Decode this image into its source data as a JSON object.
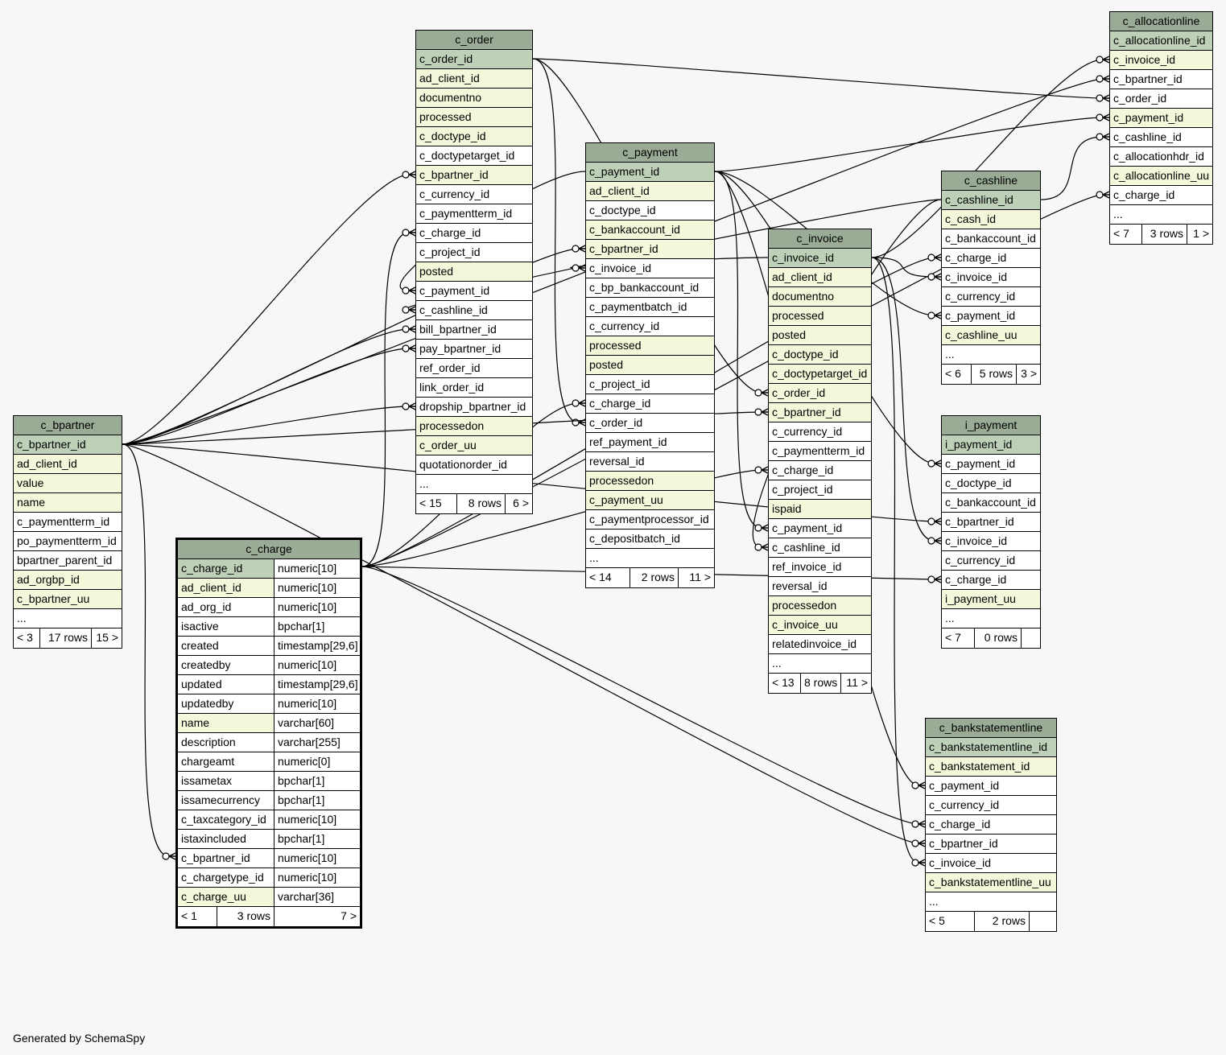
{
  "footer": {
    "generated_by": "Generated by SchemaSpy"
  },
  "tables": [
    {
      "name": "c_order",
      "columns": [
        {
          "name": "c_order_id",
          "kind": "pk"
        },
        {
          "name": "ad_client_id",
          "kind": "fk"
        },
        {
          "name": "documentno",
          "kind": "fk"
        },
        {
          "name": "processed",
          "kind": "fk"
        },
        {
          "name": "c_doctype_id",
          "kind": "fk"
        },
        {
          "name": "c_doctypetarget_id",
          "kind": "plain"
        },
        {
          "name": "c_bpartner_id",
          "kind": "fk"
        },
        {
          "name": "c_currency_id",
          "kind": "plain"
        },
        {
          "name": "c_paymentterm_id",
          "kind": "plain"
        },
        {
          "name": "c_charge_id",
          "kind": "plain"
        },
        {
          "name": "c_project_id",
          "kind": "plain"
        },
        {
          "name": "posted",
          "kind": "fk"
        },
        {
          "name": "c_payment_id",
          "kind": "plain"
        },
        {
          "name": "c_cashline_id",
          "kind": "plain"
        },
        {
          "name": "bill_bpartner_id",
          "kind": "plain"
        },
        {
          "name": "pay_bpartner_id",
          "kind": "plain"
        },
        {
          "name": "ref_order_id",
          "kind": "plain"
        },
        {
          "name": "link_order_id",
          "kind": "plain"
        },
        {
          "name": "dropship_bpartner_id",
          "kind": "plain"
        },
        {
          "name": "processedon",
          "kind": "fk"
        },
        {
          "name": "c_order_uu",
          "kind": "fk"
        },
        {
          "name": "quotationorder_id",
          "kind": "plain"
        },
        {
          "name": "...",
          "kind": "plain"
        }
      ],
      "footer": [
        "< 15",
        "8 rows",
        "6 >"
      ]
    },
    {
      "name": "c_payment",
      "columns": [
        {
          "name": "c_payment_id",
          "kind": "pk"
        },
        {
          "name": "ad_client_id",
          "kind": "fk"
        },
        {
          "name": "c_doctype_id",
          "kind": "plain"
        },
        {
          "name": "c_bankaccount_id",
          "kind": "fk"
        },
        {
          "name": "c_bpartner_id",
          "kind": "fk"
        },
        {
          "name": "c_invoice_id",
          "kind": "plain"
        },
        {
          "name": "c_bp_bankaccount_id",
          "kind": "plain"
        },
        {
          "name": "c_paymentbatch_id",
          "kind": "plain"
        },
        {
          "name": "c_currency_id",
          "kind": "plain"
        },
        {
          "name": "processed",
          "kind": "fk"
        },
        {
          "name": "posted",
          "kind": "fk"
        },
        {
          "name": "c_project_id",
          "kind": "plain"
        },
        {
          "name": "c_charge_id",
          "kind": "plain"
        },
        {
          "name": "c_order_id",
          "kind": "plain"
        },
        {
          "name": "ref_payment_id",
          "kind": "plain"
        },
        {
          "name": "reversal_id",
          "kind": "plain"
        },
        {
          "name": "processedon",
          "kind": "fk"
        },
        {
          "name": "c_payment_uu",
          "kind": "fk"
        },
        {
          "name": "c_paymentprocessor_id",
          "kind": "plain"
        },
        {
          "name": "c_depositbatch_id",
          "kind": "plain"
        },
        {
          "name": "...",
          "kind": "plain"
        }
      ],
      "footer": [
        "< 14",
        "2 rows",
        "11 >"
      ]
    },
    {
      "name": "c_invoice",
      "columns": [
        {
          "name": "c_invoice_id",
          "kind": "pk"
        },
        {
          "name": "ad_client_id",
          "kind": "fk"
        },
        {
          "name": "documentno",
          "kind": "fk"
        },
        {
          "name": "processed",
          "kind": "fk"
        },
        {
          "name": "posted",
          "kind": "fk"
        },
        {
          "name": "c_doctype_id",
          "kind": "fk"
        },
        {
          "name": "c_doctypetarget_id",
          "kind": "fk"
        },
        {
          "name": "c_order_id",
          "kind": "fk"
        },
        {
          "name": "c_bpartner_id",
          "kind": "fk"
        },
        {
          "name": "c_currency_id",
          "kind": "plain"
        },
        {
          "name": "c_paymentterm_id",
          "kind": "plain"
        },
        {
          "name": "c_charge_id",
          "kind": "plain"
        },
        {
          "name": "c_project_id",
          "kind": "plain"
        },
        {
          "name": "ispaid",
          "kind": "fk"
        },
        {
          "name": "c_payment_id",
          "kind": "plain"
        },
        {
          "name": "c_cashline_id",
          "kind": "plain"
        },
        {
          "name": "ref_invoice_id",
          "kind": "plain"
        },
        {
          "name": "reversal_id",
          "kind": "plain"
        },
        {
          "name": "processedon",
          "kind": "fk"
        },
        {
          "name": "c_invoice_uu",
          "kind": "fk"
        },
        {
          "name": "relatedinvoice_id",
          "kind": "plain"
        },
        {
          "name": "...",
          "kind": "plain"
        }
      ],
      "footer": [
        "< 13",
        "8 rows",
        "11 >"
      ]
    },
    {
      "name": "c_allocationline",
      "columns": [
        {
          "name": "c_allocationline_id",
          "kind": "pk"
        },
        {
          "name": "c_invoice_id",
          "kind": "fk"
        },
        {
          "name": "c_bpartner_id",
          "kind": "plain"
        },
        {
          "name": "c_order_id",
          "kind": "plain"
        },
        {
          "name": "c_payment_id",
          "kind": "fk"
        },
        {
          "name": "c_cashline_id",
          "kind": "plain"
        },
        {
          "name": "c_allocationhdr_id",
          "kind": "plain"
        },
        {
          "name": "c_allocationline_uu",
          "kind": "fk"
        },
        {
          "name": "c_charge_id",
          "kind": "plain"
        },
        {
          "name": "...",
          "kind": "plain"
        }
      ],
      "footer": [
        "< 7",
        "3 rows",
        "1 >"
      ]
    },
    {
      "name": "c_cashline",
      "columns": [
        {
          "name": "c_cashline_id",
          "kind": "pk"
        },
        {
          "name": "c_cash_id",
          "kind": "fk"
        },
        {
          "name": "c_bankaccount_id",
          "kind": "plain"
        },
        {
          "name": "c_charge_id",
          "kind": "plain"
        },
        {
          "name": "c_invoice_id",
          "kind": "plain"
        },
        {
          "name": "c_currency_id",
          "kind": "plain"
        },
        {
          "name": "c_payment_id",
          "kind": "plain"
        },
        {
          "name": "c_cashline_uu",
          "kind": "fk"
        },
        {
          "name": "...",
          "kind": "plain"
        }
      ],
      "footer": [
        "< 6",
        "5 rows",
        "3 >"
      ]
    },
    {
      "name": "i_payment",
      "columns": [
        {
          "name": "i_payment_id",
          "kind": "pk"
        },
        {
          "name": "c_payment_id",
          "kind": "plain"
        },
        {
          "name": "c_doctype_id",
          "kind": "plain"
        },
        {
          "name": "c_bankaccount_id",
          "kind": "plain"
        },
        {
          "name": "c_bpartner_id",
          "kind": "plain"
        },
        {
          "name": "c_invoice_id",
          "kind": "plain"
        },
        {
          "name": "c_currency_id",
          "kind": "plain"
        },
        {
          "name": "c_charge_id",
          "kind": "plain"
        },
        {
          "name": "i_payment_uu",
          "kind": "fk"
        },
        {
          "name": "...",
          "kind": "plain"
        }
      ],
      "footer": [
        "< 7",
        "0 rows",
        ""
      ]
    },
    {
      "name": "c_bpartner",
      "columns": [
        {
          "name": "c_bpartner_id",
          "kind": "pk"
        },
        {
          "name": "ad_client_id",
          "kind": "fk"
        },
        {
          "name": "value",
          "kind": "fk"
        },
        {
          "name": "name",
          "kind": "fk"
        },
        {
          "name": "c_paymentterm_id",
          "kind": "plain"
        },
        {
          "name": "po_paymentterm_id",
          "kind": "plain"
        },
        {
          "name": "bpartner_parent_id",
          "kind": "plain"
        },
        {
          "name": "ad_orgbp_id",
          "kind": "fk"
        },
        {
          "name": "c_bpartner_uu",
          "kind": "fk"
        },
        {
          "name": "...",
          "kind": "plain"
        }
      ],
      "footer": [
        "< 3",
        "17 rows",
        "15 >"
      ]
    },
    {
      "name": "c_charge",
      "columns": [
        {
          "name": "c_charge_id",
          "kind": "pk",
          "type": "numeric[10]"
        },
        {
          "name": "ad_client_id",
          "kind": "fk",
          "type": "numeric[10]"
        },
        {
          "name": "ad_org_id",
          "kind": "plain",
          "type": "numeric[10]"
        },
        {
          "name": "isactive",
          "kind": "plain",
          "type": "bpchar[1]"
        },
        {
          "name": "created",
          "kind": "plain",
          "type": "timestamp[29,6]"
        },
        {
          "name": "createdby",
          "kind": "plain",
          "type": "numeric[10]"
        },
        {
          "name": "updated",
          "kind": "plain",
          "type": "timestamp[29,6]"
        },
        {
          "name": "updatedby",
          "kind": "plain",
          "type": "numeric[10]"
        },
        {
          "name": "name",
          "kind": "fk",
          "type": "varchar[60]"
        },
        {
          "name": "description",
          "kind": "plain",
          "type": "varchar[255]"
        },
        {
          "name": "chargeamt",
          "kind": "plain",
          "type": "numeric[0]"
        },
        {
          "name": "issametax",
          "kind": "plain",
          "type": "bpchar[1]"
        },
        {
          "name": "issamecurrency",
          "kind": "plain",
          "type": "bpchar[1]"
        },
        {
          "name": "c_taxcategory_id",
          "kind": "plain",
          "type": "numeric[10]"
        },
        {
          "name": "istaxincluded",
          "kind": "plain",
          "type": "bpchar[1]"
        },
        {
          "name": "c_bpartner_id",
          "kind": "plain",
          "type": "numeric[10]"
        },
        {
          "name": "c_chargetype_id",
          "kind": "plain",
          "type": "numeric[10]"
        },
        {
          "name": "c_charge_uu",
          "kind": "fk",
          "type": "varchar[36]"
        }
      ],
      "footer": [
        "< 1",
        "3 rows",
        "7 >"
      ]
    },
    {
      "name": "c_bankstatementline",
      "columns": [
        {
          "name": "c_bankstatementline_id",
          "kind": "pk"
        },
        {
          "name": "c_bankstatement_id",
          "kind": "fk"
        },
        {
          "name": "c_payment_id",
          "kind": "plain"
        },
        {
          "name": "c_currency_id",
          "kind": "plain"
        },
        {
          "name": "c_charge_id",
          "kind": "plain"
        },
        {
          "name": "c_bpartner_id",
          "kind": "plain"
        },
        {
          "name": "c_invoice_id",
          "kind": "plain"
        },
        {
          "name": "c_bankstatementline_uu",
          "kind": "fk"
        },
        {
          "name": "...",
          "kind": "plain"
        }
      ],
      "footer": [
        "< 5",
        "2 rows",
        ""
      ]
    }
  ],
  "relationships": [
    {
      "from": "c_order.c_bpartner_id",
      "to": "c_bpartner.c_bpartner_id"
    },
    {
      "from": "c_order.c_charge_id",
      "to": "c_charge.c_charge_id"
    },
    {
      "from": "c_order.c_payment_id",
      "to": "c_payment.c_payment_id"
    },
    {
      "from": "c_order.c_cashline_id",
      "to": "c_cashline.c_cashline_id"
    },
    {
      "from": "c_order.bill_bpartner_id",
      "to": "c_bpartner.c_bpartner_id"
    },
    {
      "from": "c_order.pay_bpartner_id",
      "to": "c_bpartner.c_bpartner_id"
    },
    {
      "from": "c_order.dropship_bpartner_id",
      "to": "c_bpartner.c_bpartner_id"
    },
    {
      "from": "c_payment.c_bpartner_id",
      "to": "c_bpartner.c_bpartner_id"
    },
    {
      "from": "c_payment.c_invoice_id",
      "to": "c_invoice.c_invoice_id"
    },
    {
      "from": "c_payment.c_charge_id",
      "to": "c_charge.c_charge_id"
    },
    {
      "from": "c_payment.c_order_id",
      "to": "c_order.c_order_id"
    },
    {
      "from": "c_invoice.c_order_id",
      "to": "c_order.c_order_id"
    },
    {
      "from": "c_invoice.c_bpartner_id",
      "to": "c_bpartner.c_bpartner_id"
    },
    {
      "from": "c_invoice.c_charge_id",
      "to": "c_charge.c_charge_id"
    },
    {
      "from": "c_invoice.c_payment_id",
      "to": "c_payment.c_payment_id"
    },
    {
      "from": "c_invoice.c_cashline_id",
      "to": "c_cashline.c_cashline_id"
    },
    {
      "from": "c_allocationline.c_invoice_id",
      "to": "c_invoice.c_invoice_id"
    },
    {
      "from": "c_allocationline.c_bpartner_id",
      "to": "c_bpartner.c_bpartner_id"
    },
    {
      "from": "c_allocationline.c_order_id",
      "to": "c_order.c_order_id"
    },
    {
      "from": "c_allocationline.c_payment_id",
      "to": "c_payment.c_payment_id"
    },
    {
      "from": "c_allocationline.c_cashline_id",
      "to": "c_cashline.c_cashline_id"
    },
    {
      "from": "c_allocationline.c_charge_id",
      "to": "c_charge.c_charge_id"
    },
    {
      "from": "c_cashline.c_charge_id",
      "to": "c_charge.c_charge_id"
    },
    {
      "from": "c_cashline.c_invoice_id",
      "to": "c_invoice.c_invoice_id"
    },
    {
      "from": "c_cashline.c_payment_id",
      "to": "c_payment.c_payment_id"
    },
    {
      "from": "i_payment.c_payment_id",
      "to": "c_payment.c_payment_id"
    },
    {
      "from": "i_payment.c_bpartner_id",
      "to": "c_bpartner.c_bpartner_id"
    },
    {
      "from": "i_payment.c_invoice_id",
      "to": "c_invoice.c_invoice_id"
    },
    {
      "from": "i_payment.c_charge_id",
      "to": "c_charge.c_charge_id"
    },
    {
      "from": "c_charge.c_bpartner_id",
      "to": "c_bpartner.c_bpartner_id"
    },
    {
      "from": "c_bankstatementline.c_payment_id",
      "to": "c_payment.c_payment_id"
    },
    {
      "from": "c_bankstatementline.c_charge_id",
      "to": "c_charge.c_charge_id"
    },
    {
      "from": "c_bankstatementline.c_bpartner_id",
      "to": "c_bpartner.c_bpartner_id"
    },
    {
      "from": "c_bankstatementline.c_invoice_id",
      "to": "c_invoice.c_invoice_id"
    }
  ]
}
